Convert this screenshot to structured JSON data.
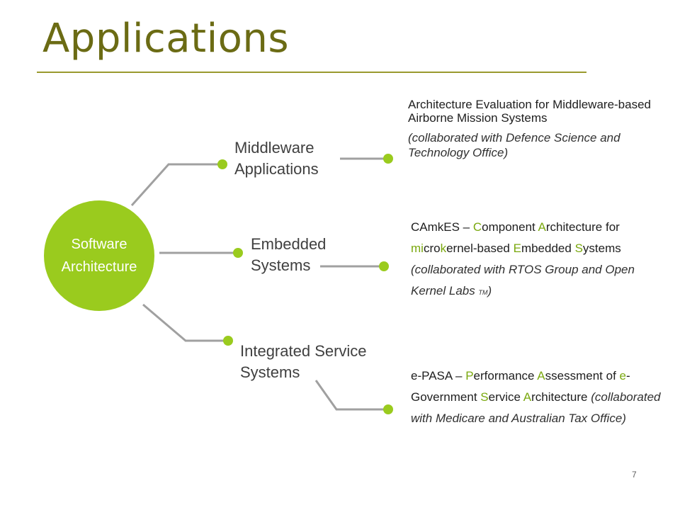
{
  "slide": {
    "title": "Applications",
    "page_number": "7"
  },
  "hub": {
    "line1": "Software",
    "line2": "Architecture"
  },
  "branches": [
    {
      "label_line1": "Middleware",
      "label_line2": "Applications",
      "desc_title": "Architecture Evaluation for Middleware-based Airborne Mission Systems",
      "desc_collab": "(collaborated with Defence Science and Technology Office)"
    },
    {
      "label_line1": "Embedded",
      "label_line2": "Systems",
      "desc_parts": [
        "CAmkES – ",
        "C",
        "omponent ",
        "A",
        "rchitecture for ",
        "mi",
        "cro",
        "k",
        "ernel-based ",
        "E",
        "mbedded ",
        "S",
        "ystems"
      ],
      "desc_collab_a": "(collaborated with RTOS Group and Open Kernel Labs ",
      "desc_tm": "TM",
      "desc_collab_b": ")"
    },
    {
      "label_line1": "Integrated Service",
      "label_line2": "Systems",
      "desc_parts": [
        "e-PASA – ",
        "P",
        "erformance ",
        "A",
        "ssessment of ",
        "e",
        "-Government ",
        "S",
        "ervice ",
        "A",
        "rchitecture"
      ],
      "desc_collab": "(collaborated with Medicare and Australian Tax Office)"
    }
  ],
  "colors": {
    "title": "#6b6b14",
    "accent": "#9acb1e",
    "connector": "#a0a0a0"
  }
}
